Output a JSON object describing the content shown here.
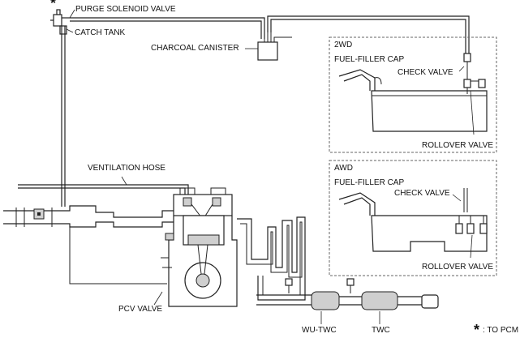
{
  "labels": {
    "purge_solenoid_valve": "PURGE SOLENOID VALVE",
    "catch_tank": "CATCH TANK",
    "charcoal_canister": "CHARCOAL CANISTER",
    "ventilation_hose": "VENTILATION HOSE",
    "pcv_valve": "PCV VALVE",
    "wu_twc": "WU-TWC",
    "twc": "TWC",
    "to_pcm_marker": "*",
    "to_pcm": ": TO PCM"
  },
  "panels": {
    "twd": {
      "title": "2WD",
      "fuel_filler_cap": "FUEL-FILLER CAP",
      "check_valve": "CHECK VALVE",
      "rollover_valve": "ROLLOVER VALVE"
    },
    "awd": {
      "title": "AWD",
      "fuel_filler_cap": "FUEL-FILLER CAP",
      "check_valve": "CHECK VALVE",
      "rollover_valve": "ROLLOVER VALVE"
    }
  }
}
